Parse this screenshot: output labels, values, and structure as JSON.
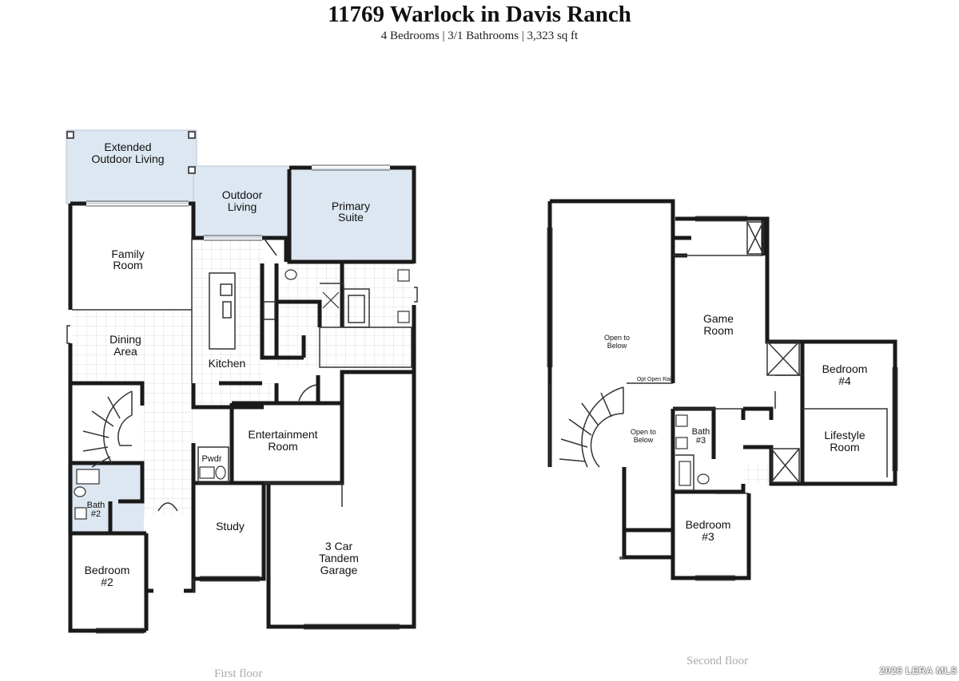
{
  "listing": {
    "title": "11769 Warlock in Davis Ranch",
    "subtitle": "4 Bedrooms | 3/1 Bathrooms | 3,323 sq ft"
  },
  "first_floor": {
    "caption": "First floor",
    "rooms": {
      "extended_outdoor_1": "Extended",
      "extended_outdoor_2": "Outdoor Living",
      "outdoor_living_1": "Outdoor",
      "outdoor_living_2": "Living",
      "primary_suite_1": "Primary",
      "primary_suite_2": "Suite",
      "family_room_1": "Family",
      "family_room_2": "Room",
      "dining_area_1": "Dining",
      "dining_area_2": "Area",
      "kitchen": "Kitchen",
      "entertainment_room_1": "Entertainment",
      "entertainment_room_2": "Room",
      "powder": "Pwdr",
      "bath2_1": "Bath",
      "bath2_2": "#2",
      "study": "Study",
      "garage_1": "3 Car",
      "garage_2": "Tandem",
      "garage_3": "Garage",
      "bedroom2_1": "Bedroom",
      "bedroom2_2": "#2"
    }
  },
  "second_floor": {
    "caption": "Second floor",
    "rooms": {
      "open_below_1a": "Open to",
      "open_below_1b": "Below",
      "opt_open_rail": "Opt Open Rail",
      "game_room_1": "Game",
      "game_room_2": "Room",
      "bedroom4_1": "Bedroom",
      "bedroom4_2": "#4",
      "open_below_2a": "Open to",
      "open_below_2b": "Below",
      "bath3_1": "Bath",
      "bath3_2": "#3",
      "lifestyle_room_1": "Lifestyle",
      "lifestyle_room_2": "Room",
      "bedroom3_1": "Bedroom",
      "bedroom3_2": "#3"
    }
  },
  "watermark": "2026 LERA MLS",
  "colors": {
    "wall": "#1a1a1a",
    "outdoor_fill": "#dde7f1",
    "tile_grid": "#d0d0d0",
    "caption_gray": "#aaaaaa"
  }
}
